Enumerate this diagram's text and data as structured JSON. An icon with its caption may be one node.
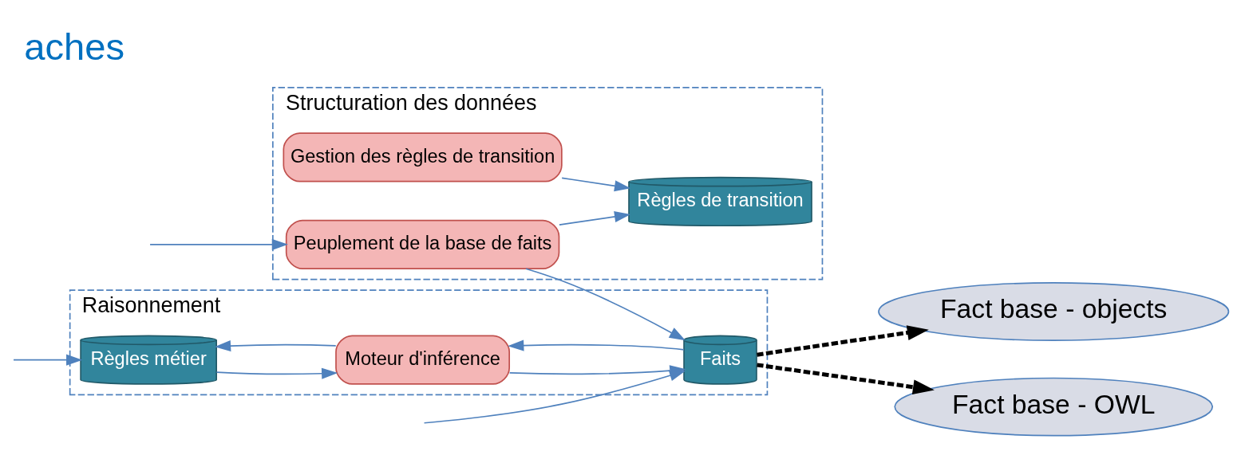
{
  "diagram": {
    "title": "aches",
    "nodes": [
      {
        "text": [
          "Raisonnement"
        ]
      },
      {
        "text": [
          "Structuration des données"
        ]
      },
      {
        "text": [
          "Règles métier"
        ],
        "in": 0
      },
      {
        "text": [
          "Moteur d'inférence"
        ],
        "in": 0
      },
      {
        "text": [
          "Faits"
        ],
        "in": 0
      },
      {
        "text": [
          "Gestion des règles de transition"
        ],
        "in": 1
      },
      {
        "text": [
          "Règles de transition"
        ],
        "in": 1
      },
      {
        "text": [
          "Peuplement de la base de faits"
        ],
        "in": 1
      },
      {
        "text": [
          "Fact base - objects"
        ]
      },
      {
        "text": [
          "Fact base - OWL"
        ]
      }
    ],
    "edges": [
      {
        "from": null,
        "to": 2,
        "arrow": "to"
      },
      {
        "from": null,
        "to": 4,
        "arrow": "to"
      },
      {
        "from": 2,
        "to": 3,
        "arrow": "to"
      },
      {
        "from": 3,
        "to": 2,
        "arrow": "to"
      },
      {
        "from": 4,
        "to": 3,
        "arrow": "to"
      },
      {
        "from": 3,
        "to": 4,
        "arrow": "to"
      },
      {
        "from": 7,
        "to": 4,
        "arrow": "to"
      },
      {
        "from": 5,
        "to": 6,
        "arrow": "to"
      },
      {
        "from": 7,
        "to": 6,
        "arrow": "to"
      },
      {
        "from": null,
        "to": 7,
        "arrow": "to"
      },
      {
        "from": 4,
        "to": 8,
        "arrow": "to",
        "style": "dashed",
        "color": "#000000"
      },
      {
        "from": 4,
        "to": 9,
        "arrow": "to",
        "style": "dashed",
        "color": "#000000"
      }
    ]
  }
}
